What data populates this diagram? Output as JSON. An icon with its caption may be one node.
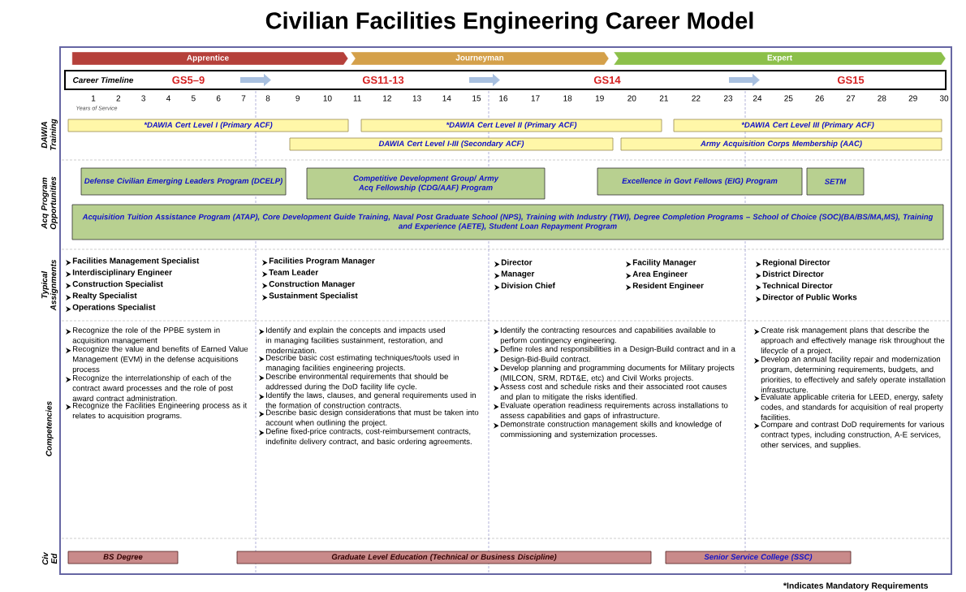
{
  "diagram": {
    "title": "Civilian Facilities Engineering Career Model",
    "nodes": [
      {
        "text": [
          "Apprentice"
        ]
      },
      {
        "text": [
          "Journeyman"
        ]
      },
      {
        "text": [
          "Expert"
        ]
      },
      {
        "text": [
          "Career Timeline",
          "GS5–9",
          "GS11-13",
          "GS14",
          "GS15"
        ]
      },
      {
        "text": [
          "*DAWIA Cert Level I (Primary ACF)"
        ]
      },
      {
        "text": [
          "*DAWIA Cert Level II (Primary ACF)"
        ]
      },
      {
        "text": [
          "*DAWIA Cert Level III (Primary ACF)"
        ]
      },
      {
        "text": [
          "DAWIA Cert Level I-III (Secondary ACF)"
        ]
      },
      {
        "text": [
          "Army Acquisition Corps Membership (AAC)"
        ]
      },
      {
        "text": [
          "Defense Civilian Emerging Leaders Program (DCELP)"
        ]
      },
      {
        "text": [
          "Competitive Development Group/ Army Acq Fellowship (CDG/AAF) Program"
        ]
      },
      {
        "text": [
          "Excellence in Govt Fellows (EIG) Program"
        ]
      },
      {
        "text": [
          "SETM"
        ]
      },
      {
        "text": [
          "Acquisition Tuition Assistance Program (ATAP), Core Development Guide Training, Naval Post Graduate School (NPS), Training with Industry (TWI), Degree Completion Programs – School of Choice (SOC)(BA/BS/MA,MS), Training and Experience (AETE), Student Loan Repayment Program"
        ]
      },
      {
        "text": [
          "BS Degree"
        ]
      },
      {
        "text": [
          "Graduate Level Education (Technical or Business Discipline)"
        ]
      },
      {
        "text": [
          "Senior Service College (SSC)"
        ]
      }
    ],
    "labels": [
      "1",
      "2",
      "3",
      "4",
      "5",
      "6",
      "7",
      "8",
      "9",
      "10",
      "11",
      "12",
      "13",
      "14",
      "15",
      "16",
      "17",
      "18",
      "19",
      "20",
      "21",
      "22",
      "23",
      "24",
      "25",
      "26",
      "27",
      "28",
      "29",
      "30",
      "Years of Service",
      "DAWIA Training",
      "Acq Program Opportunities",
      "Typical Assignments",
      "Competencies",
      "Civ Ed",
      "Facilities Management Specialist",
      "Interdisciplinary Engineer",
      "Construction Specialist",
      "Realty Specialist",
      "Operations Specialist",
      "Facilities Program Manager",
      "Team Leader",
      "Construction Manager",
      "Sustainment Specialist",
      "Director",
      "Manager",
      "Division Chief",
      "Facility Manager",
      "Area Engineer",
      "Resident Engineer",
      "Regional Director",
      "District Director",
      "Technical Director",
      "Director of Public Works",
      "Recognize the role of the PPBE system in acquisition management",
      "Recognize the value and benefits of Earned Value Management (EVM) in the defense acquisitions process",
      "Recognize the interrelationship of each of the contract award processes and the role of post award contract administration.",
      "Recognize the Facilities Engineering process as it relates to acquisition programs.",
      "Identify and explain the concepts and impacts used in managing facilities sustainment, restoration, and modernization.",
      "Describe basic cost estimating techniques/tools used in managing facilities engineering projects.",
      "Describe environmental requirements that should be addressed during the DoD facility life cycle.",
      "Identify the laws, clauses, and general requirements used in the formation of construction contracts.",
      "Describe basic design considerations that must be taken into account when outlining the project.",
      "Define fixed-price contracts, cost-reimbursement contracts, indefinite delivery contract, and basic ordering agreements.",
      "Identify the contracting resources and capabilities available to perform contingency engineering.",
      "Define roles and responsibilities in a Design-Build contract and in a Design-Bid-Build contract.",
      "Develop planning and programming documents for Military projects (MILCON, SRM, RDT&E, etc) and Civil Works projects.",
      "Assess cost and schedule risks and their associated root causes and plan to mitigate the risks identified.",
      "Evaluate operation readiness requirements across installations to assess capabilities and gaps of infrastructure.",
      "Demonstrate construction management skills and knowledge of commissioning and systemization processes.",
      "Create risk management plans that describe the approach and effectively manage risk throughout the lifecycle of a project.",
      "Develop an annual facility repair and modernization program, determining requirements, budgets, and priorities, to effectively and safely operate installation infrastructure.",
      "Evaluate applicable criteria for LEED, energy, safety codes, and standards for acquisition of real property facilities.",
      "Compare and contrast DoD requirements for various contract types, including construction, A-E services, other services, and supplies.",
      "*Indicates Mandatory Requirements"
    ]
  }
}
